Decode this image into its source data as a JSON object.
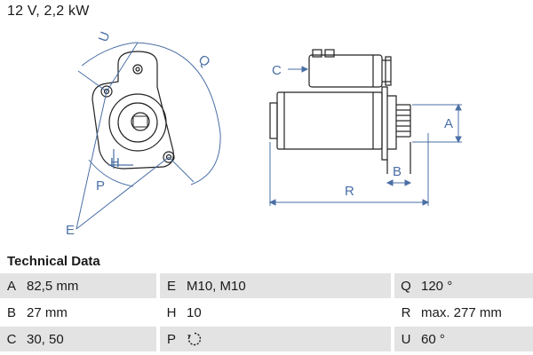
{
  "header": {
    "title": "12 V, 2,2 kW"
  },
  "diagram": {
    "labels": {
      "U": "U",
      "Q": "Q",
      "H": "H",
      "P": "P",
      "E": "E",
      "C": "C",
      "B": "B",
      "R": "R",
      "A": "A"
    }
  },
  "technical_data": {
    "title": "Technical Data",
    "rows": [
      [
        {
          "key": "A",
          "value": "82,5 mm"
        },
        {
          "key": "E",
          "value": "M10, M10"
        },
        {
          "key": "Q",
          "value": "120 °"
        }
      ],
      [
        {
          "key": "B",
          "value": "27 mm"
        },
        {
          "key": "H",
          "value": "10"
        },
        {
          "key": "R",
          "value": "max. 277 mm"
        }
      ],
      [
        {
          "key": "C",
          "value": "30, 50"
        },
        {
          "key": "P",
          "value": "",
          "icon": "clockwise-rotation-icon"
        },
        {
          "key": "U",
          "value": "60 °"
        }
      ]
    ]
  },
  "colors": {
    "dimension": "#4a6fa5",
    "outline": "#222222",
    "row_shade": "#e3e3e3"
  }
}
